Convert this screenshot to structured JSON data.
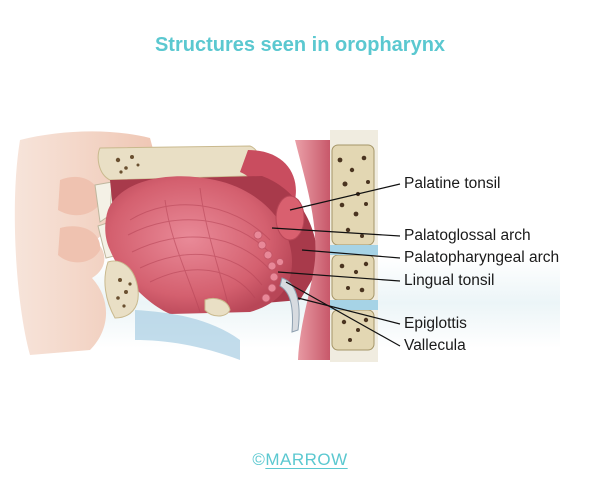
{
  "title": "Structures seen in oropharynx",
  "colors": {
    "title": "#5bc8d0",
    "logo": "#5bc8d0",
    "tissue": "#e2778a",
    "tongue": "#d0596a",
    "bone": "#e6dcc0",
    "skin": "#f3d2c2",
    "leader_lines": "#111111"
  },
  "labels": [
    "Palatine tonsil",
    "Palatoglossal arch",
    "Palatopharyngeal arch",
    "Lingual tonsil",
    "Epiglottis",
    "Vallecula"
  ],
  "logo": {
    "symbol": "©",
    "text": "MARROW"
  }
}
